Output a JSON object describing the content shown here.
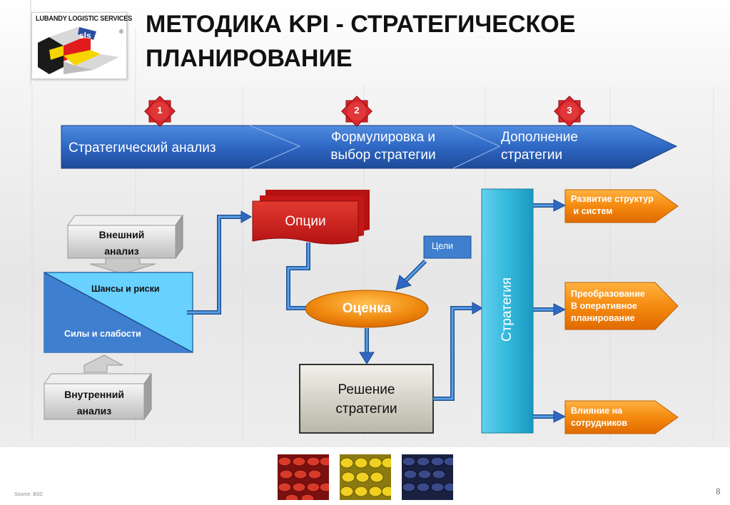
{
  "logo": {
    "text": "LUBANDY LOGISTIC SERVICES",
    "registered_mark": "®"
  },
  "title": {
    "line1": "МЕТОДИКА KPI - СТРАТЕГИЧЕСКОЕ",
    "line2": "ПЛАНИРОВАНИЕ"
  },
  "steps": [
    {
      "number": "1",
      "line1": "Стратегический анализ",
      "line2": ""
    },
    {
      "number": "2",
      "line1": "Формулировка и",
      "line2": "выбор стратегии"
    },
    {
      "number": "3",
      "line1": "Дополнение",
      "line2": "стратегии"
    }
  ],
  "analysis": {
    "external": {
      "line1": "Внешний",
      "line2": "анализ"
    },
    "internal": {
      "line1": "Внутренний",
      "line2": "анализ"
    },
    "swot_top": "Шансы и риски",
    "swot_bottom": "Силы и слабости"
  },
  "options": "Опции",
  "goals": "Цели",
  "evaluation": "Оценка",
  "decision": {
    "line1": "Решение",
    "line2": "стратегии"
  },
  "strategy": "Стратегия",
  "outcomes": [
    {
      "line1": "Развитие структур",
      "line2": " и систем",
      "line3": ""
    },
    {
      "line1": "Преобразование",
      "line2": "В оперативное",
      "line3": "планирование"
    },
    {
      "line1": "Влияние на",
      "line2": "сотрудников",
      "line3": ""
    }
  ],
  "footer": {
    "source": "Source: BSC",
    "page_number": "8"
  },
  "colors": {
    "step_arrow": "#2f68c4",
    "badge": "#d9262c",
    "options": "#cc1a1a",
    "evaluation": "#f08a10",
    "strategy": "#33b9dc",
    "outcome": "#f58a10",
    "swot": "#3f7fd0"
  }
}
